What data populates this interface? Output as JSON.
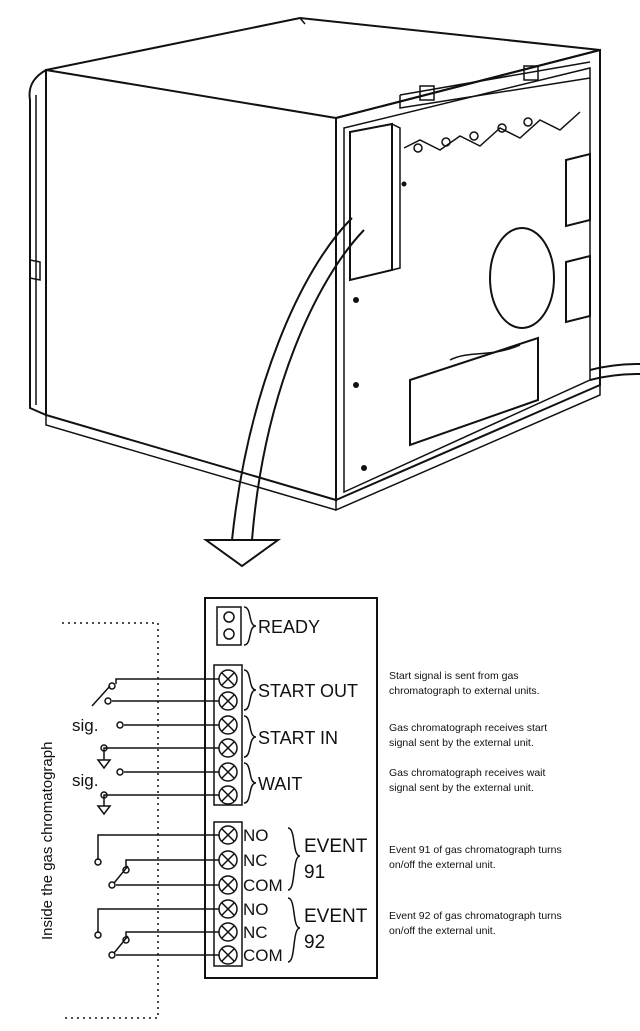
{
  "side_label": "Inside the gas chromatograph",
  "terminals": {
    "ready": "READY",
    "start_out": "START OUT",
    "start_in": "START IN",
    "wait": "WAIT",
    "sig": "sig.",
    "no": "NO",
    "nc": "NC",
    "com": "COM",
    "event": "EVENT",
    "event91_num": "91",
    "event92_num": "92"
  },
  "notes": {
    "start_out_1": "Start signal is sent from gas",
    "start_out_2": "chromatograph to external units.",
    "start_in_1": "Gas chromatograph receives start",
    "start_in_2": "signal sent by the external unit.",
    "wait_1": "Gas chromatograph receives wait",
    "wait_2": "signal sent by the external unit.",
    "event91_1": "Event 91 of gas chromatograph turns",
    "event91_2": "on/off the external unit.",
    "event92_1": "Event 92 of gas chromatograph turns",
    "event92_2": "on/off the external unit."
  }
}
